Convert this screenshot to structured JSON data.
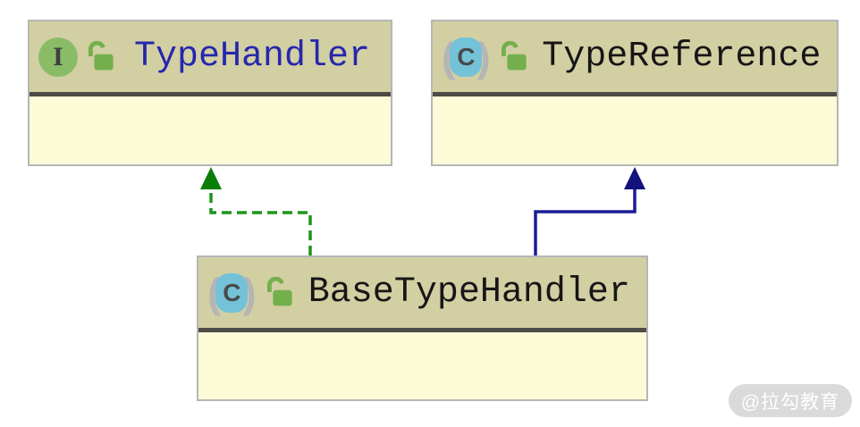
{
  "diagram": {
    "type": "uml-class-diagram",
    "nodes": [
      {
        "name": "TypeHandler",
        "kind": "interface",
        "icon": "interface-icon",
        "modifier_icon": "open-lock-icon",
        "name_color": "#2626ae"
      },
      {
        "name": "TypeReference",
        "kind": "class",
        "icon": "class-icon",
        "modifier_icon": "open-lock-icon",
        "name_color": "#161616"
      },
      {
        "name": "BaseTypeHandler",
        "kind": "class",
        "icon": "class-icon",
        "modifier_icon": "open-lock-icon",
        "name_color": "#161616"
      }
    ],
    "edges": [
      {
        "from": "BaseTypeHandler",
        "to": "TypeHandler",
        "relation": "implements",
        "line_style": "dashed",
        "color": "#1e941e",
        "arrow_color": "#0a7e0a"
      },
      {
        "from": "BaseTypeHandler",
        "to": "TypeReference",
        "relation": "extends",
        "line_style": "solid",
        "color": "#1b1b96",
        "arrow_color": "#12127e"
      }
    ]
  },
  "icons": {
    "interface_letter": "I",
    "class_letter": "C"
  },
  "watermark": {
    "text": "@拉勾教育"
  },
  "colors": {
    "node_header": "#d2cfa3",
    "node_body": "#fcfad7",
    "node_border": "#b6b6b6",
    "header_separator": "#4c4b45",
    "interface_icon_green": "#8abc68",
    "class_icon_blue": "#74c2d8",
    "lock_green": "#73b04b"
  }
}
